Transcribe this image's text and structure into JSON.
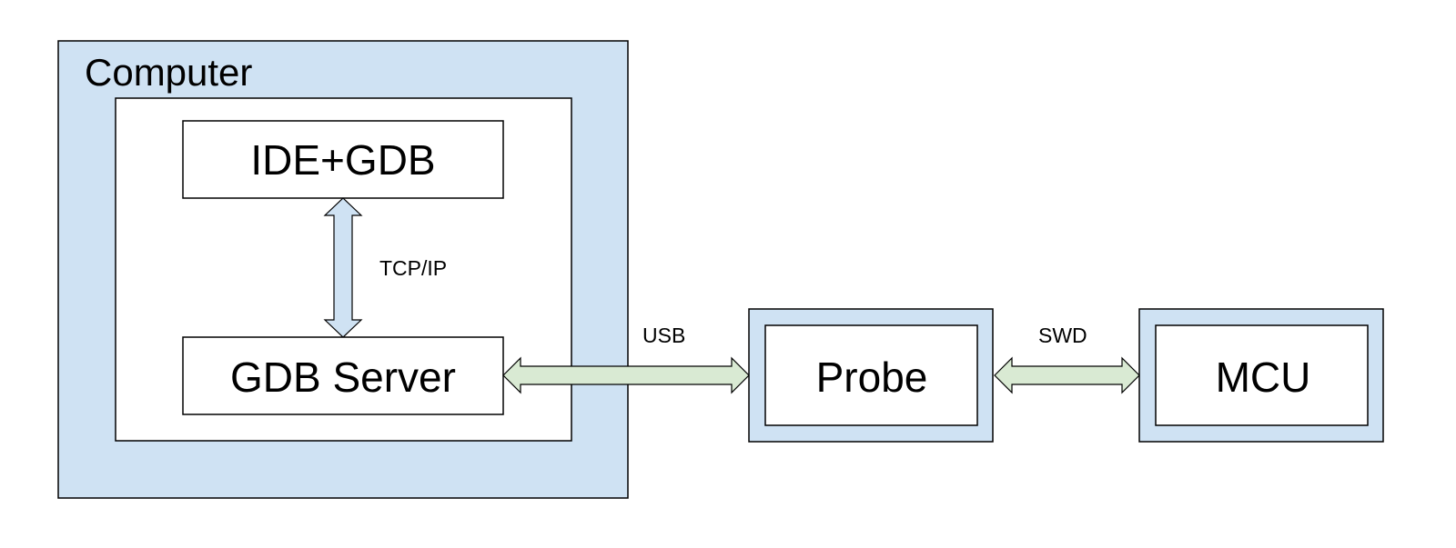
{
  "colors": {
    "container_fill": "#cfe2f3",
    "box_fill": "#ffffff",
    "stroke": "#000000",
    "arrow_blue": "#cfe2f3",
    "arrow_green": "#d9ead3"
  },
  "computer": {
    "label": "Computer"
  },
  "blocks": {
    "ide_gdb": "IDE+GDB",
    "gdb_server": "GDB Server",
    "probe": "Probe",
    "mcu": "MCU"
  },
  "connections": {
    "tcp_ip": "TCP/IP",
    "usb": "USB",
    "swd": "SWD"
  }
}
